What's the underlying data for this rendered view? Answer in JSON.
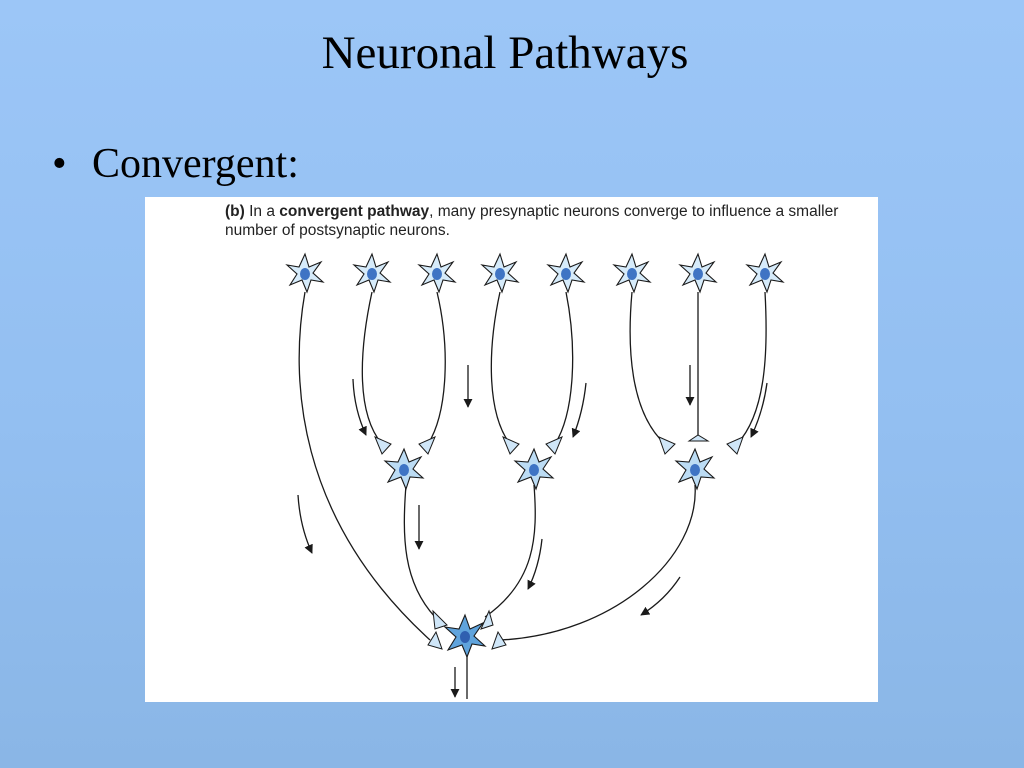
{
  "slide": {
    "title": "Neuronal Pathways",
    "bullet": "Convergent:",
    "bullet_symbol": "•"
  },
  "figure": {
    "caption_label": "(b)",
    "caption_pre": " In a ",
    "caption_bold": "convergent pathway",
    "caption_post": ", many presynaptic neurons converge to influence a smaller number of postsynaptic neurons."
  },
  "colors": {
    "background": "#9cc6f7",
    "neuron_fill": "#d6ebfa",
    "neuron_nucleus": "#3f74c4",
    "postsynaptic_fill": "#5fa3dc",
    "terminal_fill": "#cfe6f8",
    "line": "#1a1a1a"
  }
}
